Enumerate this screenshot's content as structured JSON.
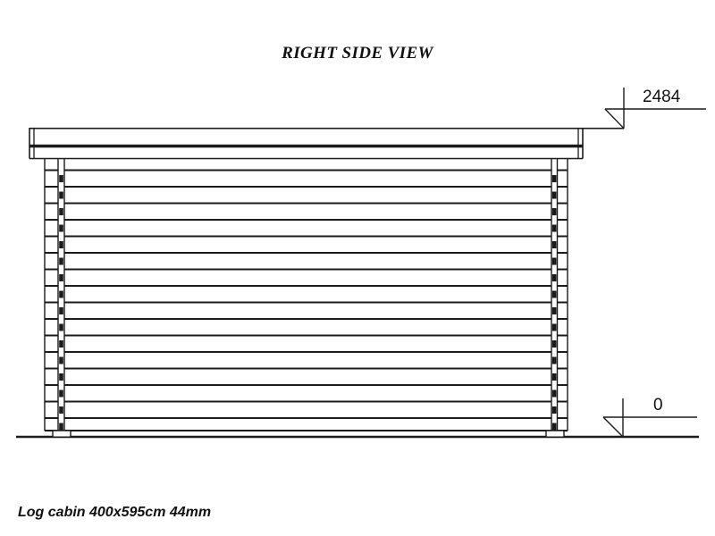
{
  "page": {
    "background_color": "#ffffff",
    "ink_color": "#1b1b1b"
  },
  "header": {
    "title": "RIGHT SIDE VIEW"
  },
  "drawing": {
    "subject": "log cabin right side elevation",
    "wall_log_rows": 16,
    "corner_notches_per_side": 16,
    "dimension_labels": {
      "roof_height": "2484",
      "ground_level": "0"
    }
  },
  "footer": {
    "caption": "Log cabin 400x595cm 44mm"
  }
}
